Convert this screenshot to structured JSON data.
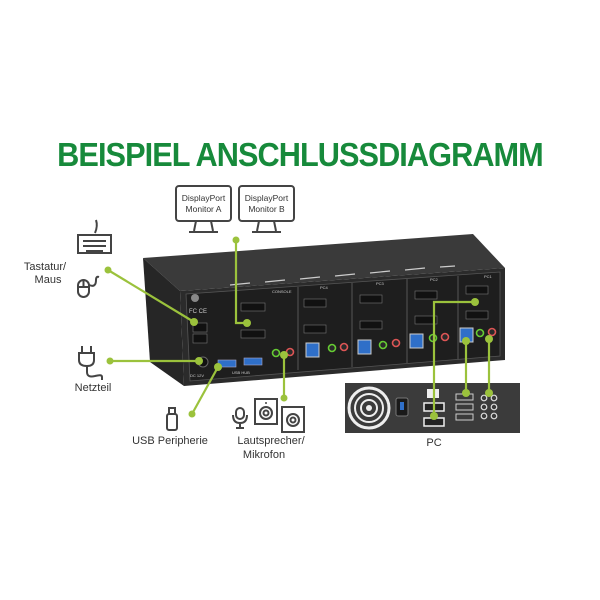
{
  "title": "BEISPIEL ANSCHLUSSDIAGRAMM",
  "monitors": [
    {
      "line1": "DisplayPort",
      "line2": "Monitor A"
    },
    {
      "line1": "DisplayPort",
      "line2": "Monitor B"
    }
  ],
  "labels": {
    "keyboard_mouse_line1": "Tastatur/",
    "keyboard_mouse_line2": "Maus",
    "power": "Netzteil",
    "usb": "USB Peripherie",
    "audio_line1": "Lautsprecher/",
    "audio_line2": "Mikrofon",
    "pc": "PC"
  },
  "device": {
    "console_label": "CONSOLE",
    "pc_labels": [
      "PC4",
      "PC3",
      "PC2",
      "PC1"
    ],
    "dc_label": "DC 12V",
    "usb_hub_label": "USB HUB",
    "cert_label": "FC CE"
  },
  "colors": {
    "title": "#178a3b",
    "connector_line": "#9bc23c",
    "device_body": "#2b2b2b"
  }
}
